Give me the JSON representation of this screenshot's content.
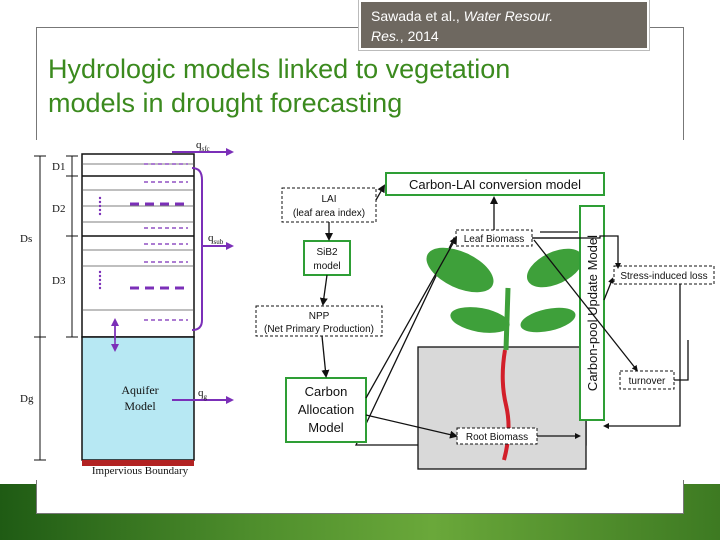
{
  "citation": {
    "prefix": "Sawada et al., ",
    "journal_line1": "Water Resour.",
    "journal_line2": "Res.",
    "year_suffix": ", 2014"
  },
  "title": {
    "line1": "Hydrologic models linked to vegetation",
    "line2": "models in drought forecasting"
  },
  "hydro": {
    "depth_labels": [
      "D1",
      "D2",
      "D3",
      "Ds",
      "Dg"
    ],
    "q_sfc": "q",
    "q_sfc_sub": "sfc",
    "q_sub": "q",
    "q_sub_sub": "sub",
    "q_g": "q",
    "q_g_sub": "g",
    "aquifer_line1": "Aquifer",
    "aquifer_line2": "Model",
    "impervious": "Impervious Boundary"
  },
  "veg": {
    "carbon_lai": "Carbon-LAI conversion model",
    "lai_line1": "LAI",
    "lai_line2": "(leaf area index)",
    "sib2_line1": "SiB2",
    "sib2_line2": "model",
    "npp_line1": "NPP",
    "npp_line2": "(Net Primary Production)",
    "carbon_alloc_line1": "Carbon",
    "carbon_alloc_line2": "Allocation",
    "carbon_alloc_line3": "Model",
    "leaf_biomass": "Leaf Biomass",
    "root_biomass": "Root Biomass",
    "carbon_pool": "Carbon-pool Update Model",
    "stress_loss": "Stress-induced loss",
    "turnover": "turnover"
  },
  "colors": {
    "title_green": "#3b8a1e",
    "box_green": "#2e9e35",
    "aquifer_blue": "#b7e8f3",
    "flux_purple": "#7b2fb8",
    "root_red": "#d21f2a",
    "citation_bg": "#6e6860"
  }
}
